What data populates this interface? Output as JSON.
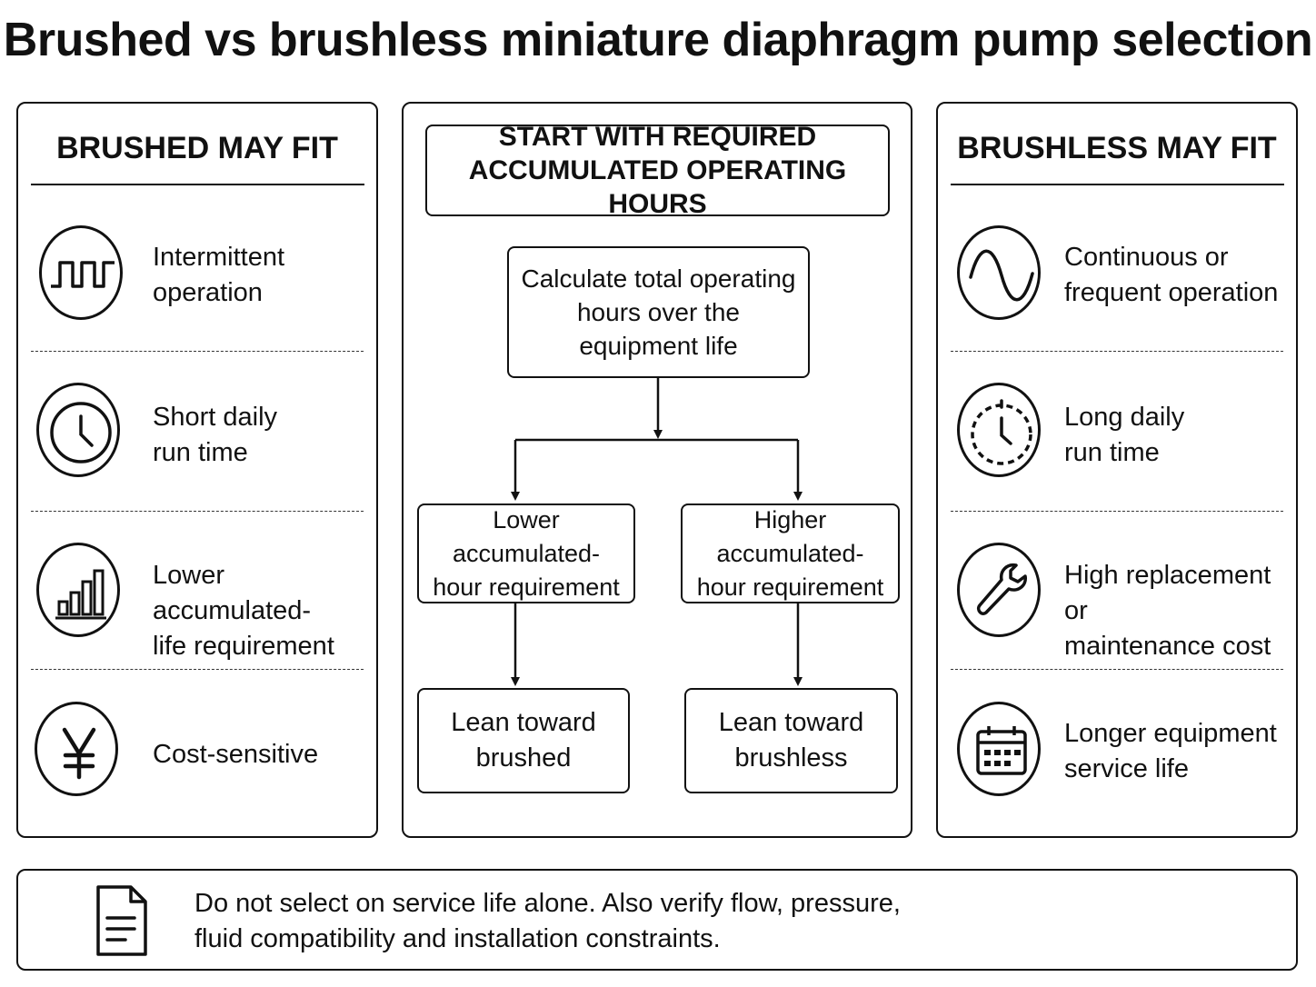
{
  "title": "Brushed vs brushless miniature diaphragm pump selection",
  "brushed": {
    "heading": "BRUSHED MAY FIT",
    "items": [
      {
        "icon": "square-wave-icon",
        "text": "Intermittent\noperation"
      },
      {
        "icon": "clock-icon",
        "text": "Short daily\nrun time"
      },
      {
        "icon": "bar-chart-icon",
        "text": "Lower accumulated-\nlife requirement"
      },
      {
        "icon": "yen-icon",
        "text": "Cost-sensitive"
      }
    ]
  },
  "flow": {
    "start": "START WITH REQUIRED\nACCUMULATED OPERATING HOURS",
    "calculate": "Calculate total operating\nhours over the\nequipment life",
    "lower": "Lower accumulated-\nhour requirement",
    "higher": "Higher accumulated-\nhour requirement",
    "lean_brushed": "Lean toward\nbrushed",
    "lean_brushless": "Lean toward\nbrushless"
  },
  "brushless": {
    "heading": "BRUSHLESS MAY FIT",
    "items": [
      {
        "icon": "sine-wave-icon",
        "text": "Continuous or\nfrequent operation"
      },
      {
        "icon": "stopwatch-icon",
        "text": "Long daily\nrun time"
      },
      {
        "icon": "wrench-icon",
        "text": "High replacement or\nmaintenance cost"
      },
      {
        "icon": "calendar-icon",
        "text": "Longer equipment\nservice life"
      }
    ]
  },
  "note": {
    "icon": "document-icon",
    "text": "Do not select on service life alone. Also verify flow, pressure,\nfluid compatibility and installation constraints."
  }
}
